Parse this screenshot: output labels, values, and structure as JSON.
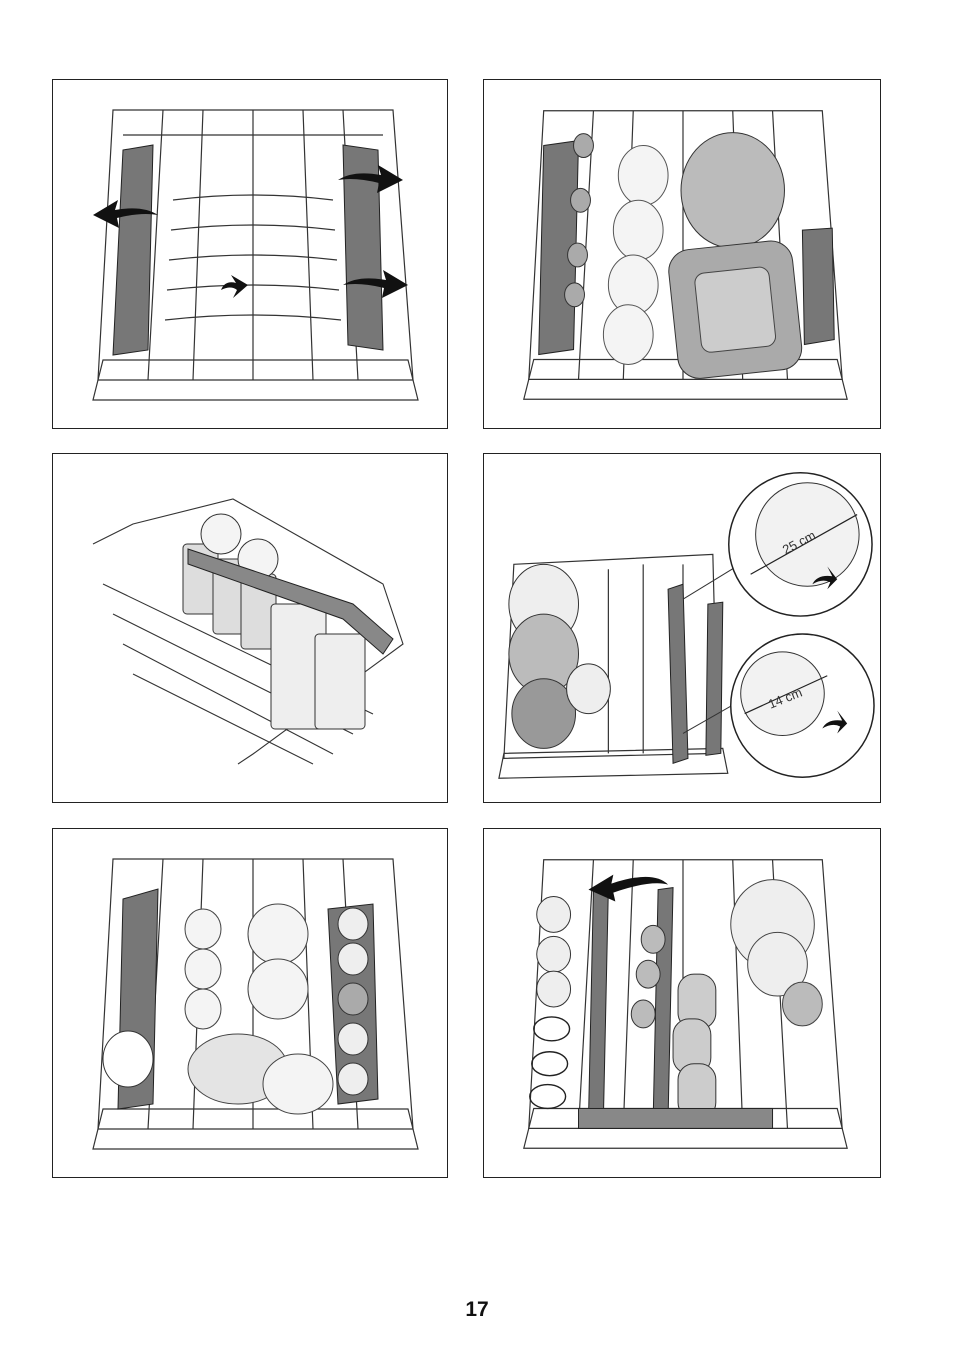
{
  "page": {
    "number": "17"
  },
  "panels": [
    {
      "id": "fold-down-racks",
      "icons": [
        "fold-arrow-icon"
      ]
    },
    {
      "id": "loaded-upper-basket-with-plates-and-bowls",
      "icons": []
    },
    {
      "id": "cup-and-glass-holder",
      "icons": []
    },
    {
      "id": "plate-size-detail",
      "measurements": {
        "large_plate": "25 cm",
        "small_plate": "14 cm"
      },
      "icons": [
        "adjust-arrow-icon"
      ]
    },
    {
      "id": "loaded-upper-basket-with-cups",
      "icons": []
    },
    {
      "id": "loaded-basket-with-glasses",
      "icons": [
        "fold-arrow-icon"
      ]
    }
  ],
  "colors": {
    "outline": "#222222",
    "rack": "#555555",
    "dish": "#e8e8e8",
    "dark_fill": "#888888"
  }
}
